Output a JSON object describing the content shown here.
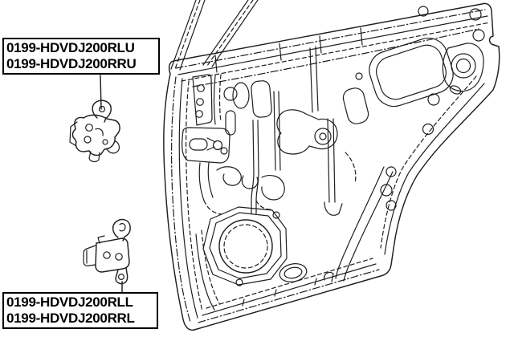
{
  "colors": {
    "background": "#ffffff",
    "line": "#1f1f1f",
    "label_text": "#000000",
    "label_border": "#000000"
  },
  "labels": {
    "upper": {
      "line1": "0199-HDVDJ200RLU",
      "line2": "0199-HDVDJ200RRU"
    },
    "lower": {
      "line1": "0199-HDVDJ200RLL",
      "line2": "0199-HDVDJ200RRL"
    }
  },
  "drawing": {
    "door": "rear-door-inner-panel-line-art",
    "upper_hinge": "upper-door-hinge-line-art",
    "lower_hinge": "lower-door-hinge-line-art"
  }
}
